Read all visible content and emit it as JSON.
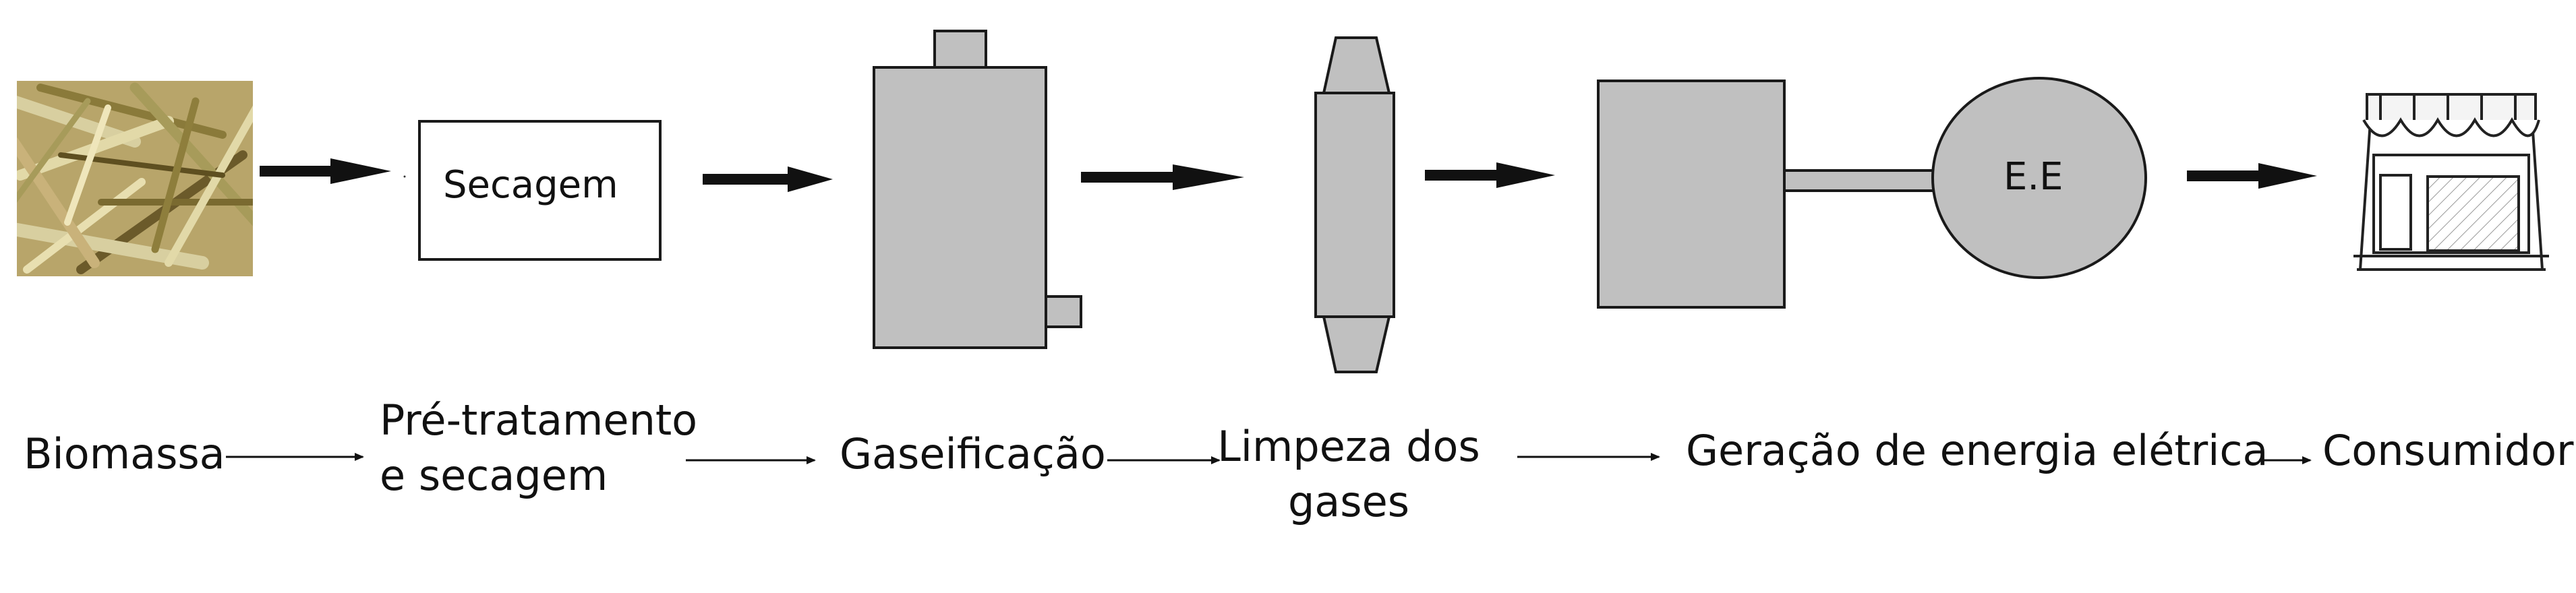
{
  "diagram": {
    "dryer_box_text": "Secagem",
    "generator_text": "E.E",
    "stages": [
      {
        "label_line1": "Biomassa"
      },
      {
        "label_line1": "Pré-tratamento",
        "label_line2": "e secagem"
      },
      {
        "label_line1": "Gaseificação"
      },
      {
        "label_line1": "Limpeza dos",
        "label_line2": "gases"
      },
      {
        "label_line1": "Geração de energia elétrica"
      },
      {
        "label_line1": "Consumidor"
      }
    ],
    "colors": {
      "equipment_fill": "#c0c0c0",
      "outline": "#1a1a1a",
      "arrow": "#111111",
      "biomass_tones": [
        "#c9b27a",
        "#8a7a3a",
        "#d8cfa0",
        "#6b5a2a",
        "#a79b5a"
      ]
    },
    "icons": [
      "biomass-photo",
      "store-icon"
    ]
  }
}
